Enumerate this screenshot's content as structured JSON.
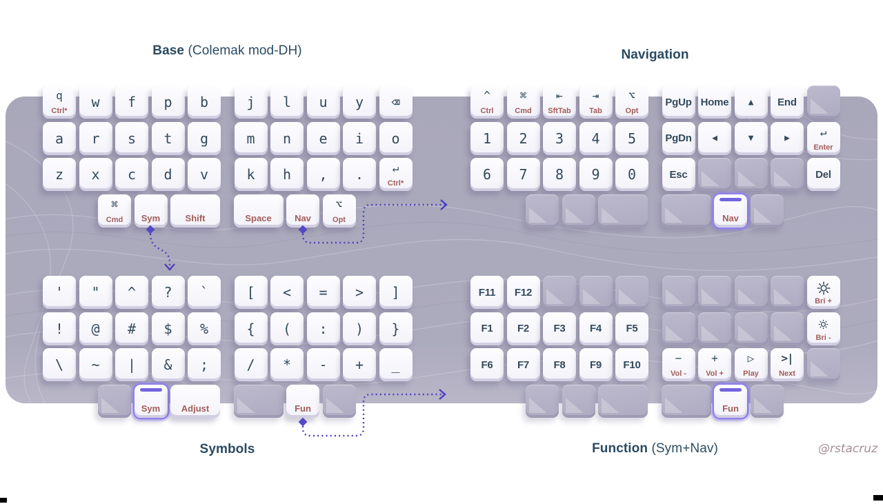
{
  "page": {
    "credit": "@rstacruz"
  },
  "colors": {
    "plate": "#a9a7ba",
    "accent_purple": "#7265df",
    "arrow_purple": "#4b3fc0",
    "legend_primary": "#324a5c",
    "legend_secondary": "#a25d59",
    "title": "#2a4a62"
  },
  "layers": [
    {
      "id": "base",
      "title_bold": "Base",
      "title_rest": " (Colemak mod-DH)",
      "rows": [
        {
          "keys": [
            {
              "n": "q",
              "g": "q",
              "s": "Ctrl*"
            },
            {
              "n": "w",
              "g": "w"
            },
            {
              "n": "f",
              "g": "f"
            },
            {
              "n": "p",
              "g": "p"
            },
            {
              "n": "b",
              "g": "b"
            },
            {
              "n": "j",
              "g": "j",
              "gap": true
            },
            {
              "n": "l",
              "g": "l"
            },
            {
              "n": "u",
              "g": "u"
            },
            {
              "n": "y",
              "g": "y"
            },
            {
              "n": "backspace",
              "g": "⌫"
            }
          ]
        },
        {
          "keys": [
            {
              "n": "a",
              "g": "a"
            },
            {
              "n": "r",
              "g": "r"
            },
            {
              "n": "s",
              "g": "s"
            },
            {
              "n": "t",
              "g": "t"
            },
            {
              "n": "g",
              "g": "g"
            },
            {
              "n": "m",
              "g": "m",
              "gap": true
            },
            {
              "n": "n",
              "g": "n"
            },
            {
              "n": "e",
              "g": "e"
            },
            {
              "n": "i",
              "g": "i"
            },
            {
              "n": "o",
              "g": "o"
            }
          ]
        },
        {
          "keys": [
            {
              "n": "z",
              "g": "z"
            },
            {
              "n": "x",
              "g": "x"
            },
            {
              "n": "c",
              "g": "c"
            },
            {
              "n": "d",
              "g": "d"
            },
            {
              "n": "v",
              "g": "v"
            },
            {
              "n": "k",
              "g": "k",
              "gap": true
            },
            {
              "n": "h",
              "g": "h"
            },
            {
              "n": "comma",
              "g": ","
            },
            {
              "n": "period",
              "g": "."
            },
            {
              "n": "enter",
              "g": "↵",
              "s": "Ctrl*"
            }
          ]
        },
        {
          "thumb": true,
          "keys": [
            {
              "n": "cmd",
              "g": "⌘",
              "s": "Cmd"
            },
            {
              "n": "sym",
              "s": "Sym"
            },
            {
              "n": "shift",
              "s": "Shift",
              "w": 1.5
            },
            {
              "n": "space",
              "s": "Space",
              "w": 1.5,
              "gap": true
            },
            {
              "n": "nav",
              "s": "Nav"
            },
            {
              "n": "opt",
              "g": "⌥",
              "s": "Opt"
            }
          ]
        }
      ]
    },
    {
      "id": "navigation",
      "title_bold": "Navigation",
      "title_rest": "",
      "rows": [
        {
          "keys": [
            {
              "n": "ctrl",
              "g": "^",
              "s": "Ctrl"
            },
            {
              "n": "cmd",
              "g": "⌘",
              "s": "Cmd"
            },
            {
              "n": "shift-tab",
              "g": "⇤",
              "s": "SftTab"
            },
            {
              "n": "tab",
              "g": "⇥",
              "s": "Tab"
            },
            {
              "n": "opt",
              "g": "⌥",
              "s": "Opt"
            },
            {
              "n": "page-up",
              "t": "PgUp",
              "gap": true
            },
            {
              "n": "home",
              "t": "Home"
            },
            {
              "n": "arrow-up",
              "g": "▲"
            },
            {
              "n": "end",
              "t": "End"
            },
            {
              "n": "blank",
              "blank": true
            }
          ]
        },
        {
          "keys": [
            {
              "n": "1",
              "g": "1"
            },
            {
              "n": "2",
              "g": "2"
            },
            {
              "n": "3",
              "g": "3"
            },
            {
              "n": "4",
              "g": "4"
            },
            {
              "n": "5",
              "g": "5"
            },
            {
              "n": "page-down",
              "t": "PgDn",
              "gap": true
            },
            {
              "n": "arrow-left",
              "g": "◀"
            },
            {
              "n": "arrow-down",
              "g": "▼"
            },
            {
              "n": "arrow-right",
              "g": "▶"
            },
            {
              "n": "enter",
              "g": "↵",
              "s": "Enter"
            }
          ]
        },
        {
          "keys": [
            {
              "n": "6",
              "g": "6"
            },
            {
              "n": "7",
              "g": "7"
            },
            {
              "n": "8",
              "g": "8"
            },
            {
              "n": "9",
              "g": "9"
            },
            {
              "n": "0",
              "g": "0"
            },
            {
              "n": "esc",
              "t": "Esc",
              "gap": true
            },
            {
              "n": "blank",
              "blank": true
            },
            {
              "n": "blank",
              "blank": true
            },
            {
              "n": "blank",
              "blank": true
            },
            {
              "n": "del",
              "t": "Del"
            }
          ]
        },
        {
          "thumb": true,
          "keys": [
            {
              "n": "blank",
              "blank": true
            },
            {
              "n": "blank",
              "blank": true
            },
            {
              "n": "blank",
              "blank": true,
              "w": 1.5
            },
            {
              "n": "blank",
              "blank": true,
              "w": 1.5,
              "gap": true
            },
            {
              "n": "nav",
              "s": "Nav",
              "hl": true
            },
            {
              "n": "blank",
              "blank": true
            }
          ]
        }
      ]
    },
    {
      "id": "symbols",
      "title_bold": "Symbols",
      "title_rest": "",
      "rows": [
        {
          "keys": [
            {
              "n": "quote",
              "g": "'"
            },
            {
              "n": "double-quote",
              "g": "\""
            },
            {
              "n": "caret",
              "g": "^"
            },
            {
              "n": "question",
              "g": "?"
            },
            {
              "n": "backtick",
              "g": "`"
            },
            {
              "n": "bracket-left",
              "g": "[",
              "gap": true
            },
            {
              "n": "less-than",
              "g": "<"
            },
            {
              "n": "equals",
              "g": "="
            },
            {
              "n": "greater-than",
              "g": ">"
            },
            {
              "n": "bracket-right",
              "g": "]"
            }
          ]
        },
        {
          "keys": [
            {
              "n": "exclamation",
              "g": "!"
            },
            {
              "n": "at",
              "g": "@"
            },
            {
              "n": "hash",
              "g": "#"
            },
            {
              "n": "dollar",
              "g": "$"
            },
            {
              "n": "percent",
              "g": "%"
            },
            {
              "n": "brace-left",
              "g": "{",
              "gap": true
            },
            {
              "n": "paren-left",
              "g": "("
            },
            {
              "n": "colon",
              "g": ":"
            },
            {
              "n": "paren-right",
              "g": ")"
            },
            {
              "n": "brace-right",
              "g": "}"
            }
          ]
        },
        {
          "keys": [
            {
              "n": "backslash",
              "g": "\\"
            },
            {
              "n": "tilde",
              "g": "~"
            },
            {
              "n": "pipe",
              "g": "|"
            },
            {
              "n": "ampersand",
              "g": "&"
            },
            {
              "n": "semicolon",
              "g": ";"
            },
            {
              "n": "slash",
              "g": "/",
              "gap": true
            },
            {
              "n": "asterisk",
              "g": "*"
            },
            {
              "n": "minus",
              "g": "-"
            },
            {
              "n": "plus",
              "g": "+"
            },
            {
              "n": "underscore",
              "g": "_"
            }
          ]
        },
        {
          "thumb": true,
          "keys": [
            {
              "n": "blank",
              "blank": true
            },
            {
              "n": "sym",
              "s": "Sym",
              "hl": true
            },
            {
              "n": "adjust",
              "s": "Adjust",
              "w": 1.5
            },
            {
              "n": "blank",
              "blank": true,
              "w": 1.5,
              "gap": true
            },
            {
              "n": "fun",
              "s": "Fun"
            },
            {
              "n": "blank",
              "blank": true
            }
          ]
        }
      ]
    },
    {
      "id": "function",
      "title_bold": "Function",
      "title_rest": " (Sym+Nav)",
      "rows": [
        {
          "keys": [
            {
              "n": "f11",
              "t": "F11"
            },
            {
              "n": "f12",
              "t": "F12"
            },
            {
              "n": "blank",
              "blank": true
            },
            {
              "n": "blank",
              "blank": true
            },
            {
              "n": "blank",
              "blank": true
            },
            {
              "n": "blank",
              "blank": true,
              "gap": true
            },
            {
              "n": "blank",
              "blank": true
            },
            {
              "n": "blank",
              "blank": true
            },
            {
              "n": "blank",
              "blank": true
            },
            {
              "n": "brightness-up",
              "icon": "brightness-up",
              "s": "Bri +"
            }
          ]
        },
        {
          "keys": [
            {
              "n": "f1",
              "t": "F1"
            },
            {
              "n": "f2",
              "t": "F2"
            },
            {
              "n": "f3",
              "t": "F3"
            },
            {
              "n": "f4",
              "t": "F4"
            },
            {
              "n": "f5",
              "t": "F5"
            },
            {
              "n": "blank",
              "blank": true,
              "gap": true
            },
            {
              "n": "blank",
              "blank": true
            },
            {
              "n": "blank",
              "blank": true
            },
            {
              "n": "blank",
              "blank": true
            },
            {
              "n": "brightness-down",
              "icon": "brightness-down",
              "s": "Bri -"
            }
          ]
        },
        {
          "keys": [
            {
              "n": "f6",
              "t": "F6"
            },
            {
              "n": "f7",
              "t": "F7"
            },
            {
              "n": "f8",
              "t": "F8"
            },
            {
              "n": "f9",
              "t": "F9"
            },
            {
              "n": "f10",
              "t": "F10"
            },
            {
              "n": "volume-down",
              "g": "−",
              "s": "Vol -",
              "gap": true
            },
            {
              "n": "volume-up",
              "g": "+",
              "s": "Vol +"
            },
            {
              "n": "play",
              "g": "▷",
              "s": "Play"
            },
            {
              "n": "next-track",
              "g": ">|",
              "s": "Next"
            },
            {
              "n": "blank",
              "blank": true
            }
          ]
        },
        {
          "thumb": true,
          "keys": [
            {
              "n": "blank",
              "blank": true
            },
            {
              "n": "blank",
              "blank": true
            },
            {
              "n": "blank",
              "blank": true,
              "w": 1.5
            },
            {
              "n": "blank",
              "blank": true,
              "w": 1.5,
              "gap": true
            },
            {
              "n": "fun",
              "s": "Fun",
              "hl": true
            },
            {
              "n": "blank",
              "blank": true
            }
          ]
        }
      ]
    }
  ]
}
